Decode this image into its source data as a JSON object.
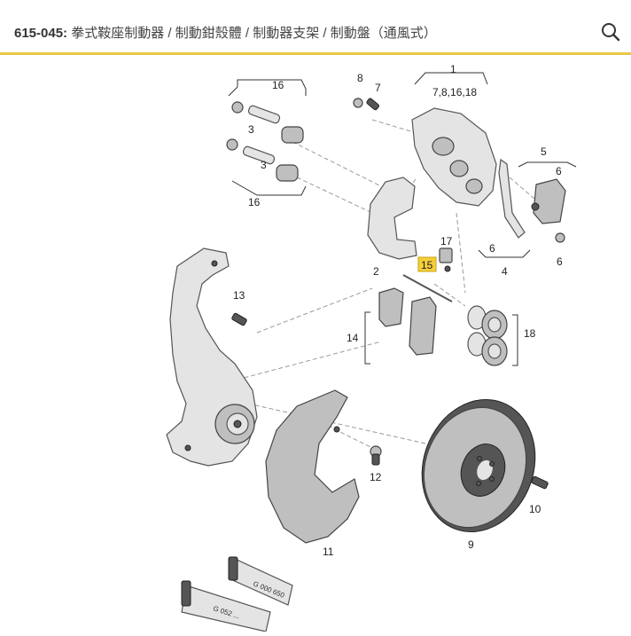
{
  "header": {
    "code": "615-045:",
    "title": "拳式鞍座制動器 / 制動鉗殼體 / 制動器支架 / 制動盤（通風式）"
  },
  "search": {
    "icon": "search-icon"
  },
  "callouts": {
    "c1": "1",
    "c1sub": "7,8,16,18",
    "c2": "2",
    "c3a": "3",
    "c3b": "3",
    "c4": "4",
    "c5": "5",
    "c6a": "6",
    "c6b": "6",
    "c6c": "6",
    "c7": "7",
    "c8": "8",
    "c9": "9",
    "c10": "10",
    "c11": "11",
    "c12": "12",
    "c13": "13",
    "c14": "14",
    "c15": "15",
    "c16a": "16",
    "c16b": "16",
    "c17": "17",
    "c18": "18"
  },
  "tubes": {
    "t1": "G 052 ...",
    "t2": "G 000 650"
  },
  "colors": {
    "accent": "#e8c84a",
    "highlight": "#f5cf3a"
  }
}
